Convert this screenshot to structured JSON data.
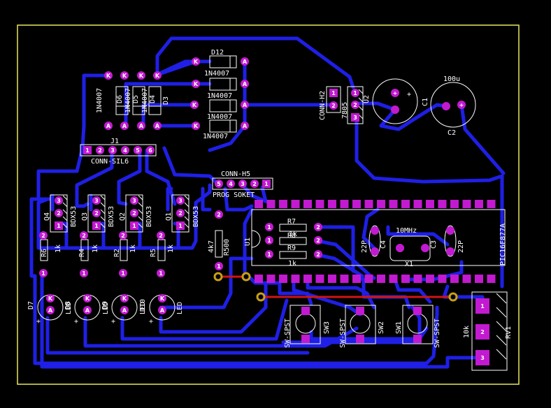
{
  "colors": {
    "background": "#000000",
    "border": "#e8e85a",
    "copper_bottom": "#1f1fe6",
    "copper_top": "#d01414",
    "pad": "#c21ad0",
    "via_ring": "#c8a014",
    "silkscreen": "#ffffff",
    "silk_accent": "#20c8c8"
  },
  "labels": {
    "D12": "D12",
    "diode_1N4007": "1N4007",
    "D3": "D3",
    "D4": "D4",
    "D5": "D5",
    "D6": "D6",
    "J1": "J1",
    "conn_sil6": "CONN-SIL6",
    "conn_h2": "CONN-H2",
    "reg_7805": "7805",
    "U2": "U2",
    "C1": "C1",
    "C2": "C2",
    "cap_100u": "100u",
    "conn_h5": "CONN-H5",
    "prog_soket": "PROG SOKET",
    "Q1": "Q1",
    "Q2": "Q2",
    "Q3": "Q3",
    "Q4": "Q4",
    "BDX53": "BDX53",
    "R2": "R2",
    "R4": "R4",
    "R5": "R5",
    "R6": "R6",
    "R7": "R7",
    "R8": "R8",
    "R9": "R9",
    "R500": "R500",
    "r_1k": "1k",
    "r_4k7": "4k7",
    "r_10k": "10k",
    "U1": "U1",
    "pic": "PIC16F877A",
    "xtal": "10MHz",
    "X1": "X1",
    "C3": "C3",
    "C4": "C4",
    "cap_22P": "22P",
    "D7": "D7",
    "D8": "D8",
    "D9": "D9",
    "D10": "D10",
    "LED": "LED",
    "SW1": "SW1",
    "SW2": "SW2",
    "SW3": "SW3",
    "sw_spst": "SW-SPST",
    "RV1": "RV1"
  },
  "pin_labels": {
    "K": "K",
    "A": "A",
    "p1": "1",
    "p2": "2",
    "p3": "3",
    "p4": "4",
    "p5": "5",
    "p6": "6",
    "plus": "+"
  }
}
